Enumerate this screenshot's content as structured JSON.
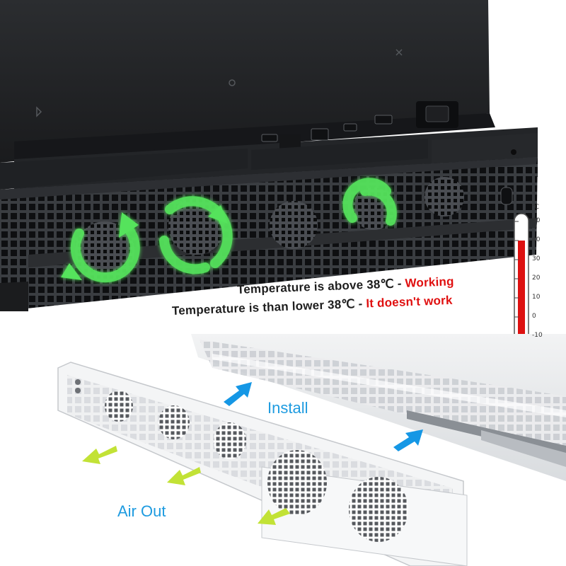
{
  "caption": {
    "line1_text": "Temperature is above 38℃ - ",
    "line1_status": "Working",
    "line2_text": "Temperature is than lower 38℃ - ",
    "line2_status": "It doesn't work"
  },
  "labels": {
    "install": "Install",
    "air_out": "Air Out"
  },
  "thermometer": {
    "unit": "℃",
    "scale": [
      "50",
      "40",
      "30",
      "20",
      "10",
      "0",
      "-10"
    ]
  },
  "colors": {
    "status_red": "#e01010",
    "label_blue": "#1e9be0",
    "install_arrow_blue": "#1597e5",
    "air_out_arrow_green": "#c2e236",
    "fan_glow_green": "#55e35b",
    "console_black": "#202225",
    "fan_unit_white": "#f4f5f6",
    "mercury_red": "#dd1111"
  }
}
